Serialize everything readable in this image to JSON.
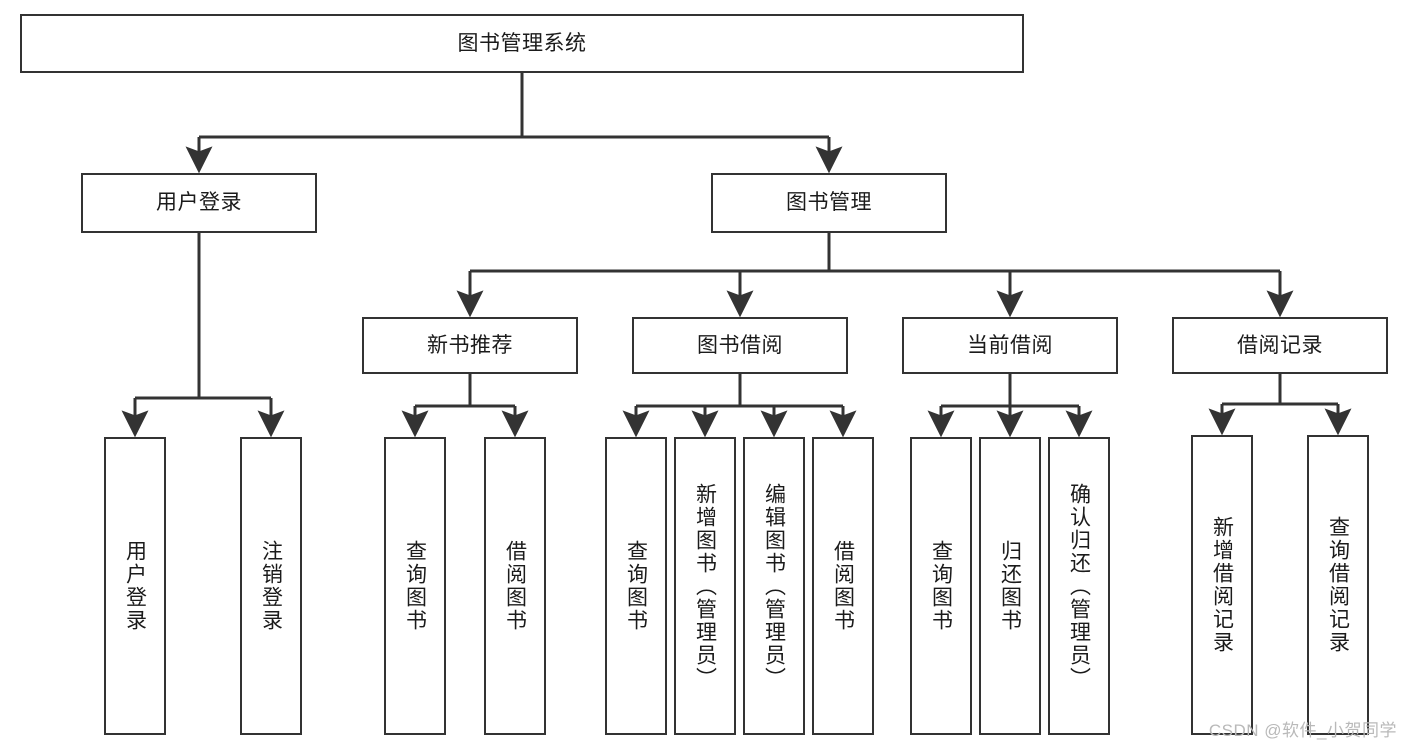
{
  "diagram": {
    "title_node": {
      "label": "图书管理系统"
    },
    "level1": [
      {
        "id": "user-login",
        "label": "用户登录"
      },
      {
        "id": "book-manage",
        "label": "图书管理"
      }
    ],
    "level2": [
      {
        "id": "new-book-recommend",
        "label": "新书推荐"
      },
      {
        "id": "book-borrow",
        "label": "图书借阅"
      },
      {
        "id": "current-borrow",
        "label": "当前借阅"
      },
      {
        "id": "borrow-record",
        "label": "借阅记录"
      }
    ],
    "leaves": {
      "user_login": [
        {
          "id": "leaf-user-login",
          "label": "用户登录"
        },
        {
          "id": "leaf-logout-login",
          "label": "注销登录"
        }
      ],
      "new_book_recommend": [
        {
          "id": "leaf-query-book-1",
          "label": "查询图书"
        },
        {
          "id": "leaf-borrow-book-1",
          "label": "借阅图书"
        }
      ],
      "book_borrow": [
        {
          "id": "leaf-query-book-2",
          "label": "查询图书"
        },
        {
          "id": "leaf-add-book",
          "label": "新增图书（管理员）"
        },
        {
          "id": "leaf-edit-book",
          "label": "编辑图书（管理员）"
        },
        {
          "id": "leaf-borrow-book-2",
          "label": "借阅图书"
        }
      ],
      "current_borrow": [
        {
          "id": "leaf-query-book-3",
          "label": "查询图书"
        },
        {
          "id": "leaf-return-book",
          "label": "归还图书"
        },
        {
          "id": "leaf-confirm-return",
          "label": "确认归还（管理员）"
        }
      ],
      "borrow_record": [
        {
          "id": "leaf-add-record",
          "label": "新增借阅记录"
        },
        {
          "id": "leaf-query-record",
          "label": "查询借阅记录"
        }
      ]
    },
    "watermark": "CSDN @软件_小贺同学",
    "colors": {
      "stroke": "#333333",
      "text": "#1b1b1b",
      "background": "#ffffff",
      "watermark": "#b9b9b9"
    }
  }
}
